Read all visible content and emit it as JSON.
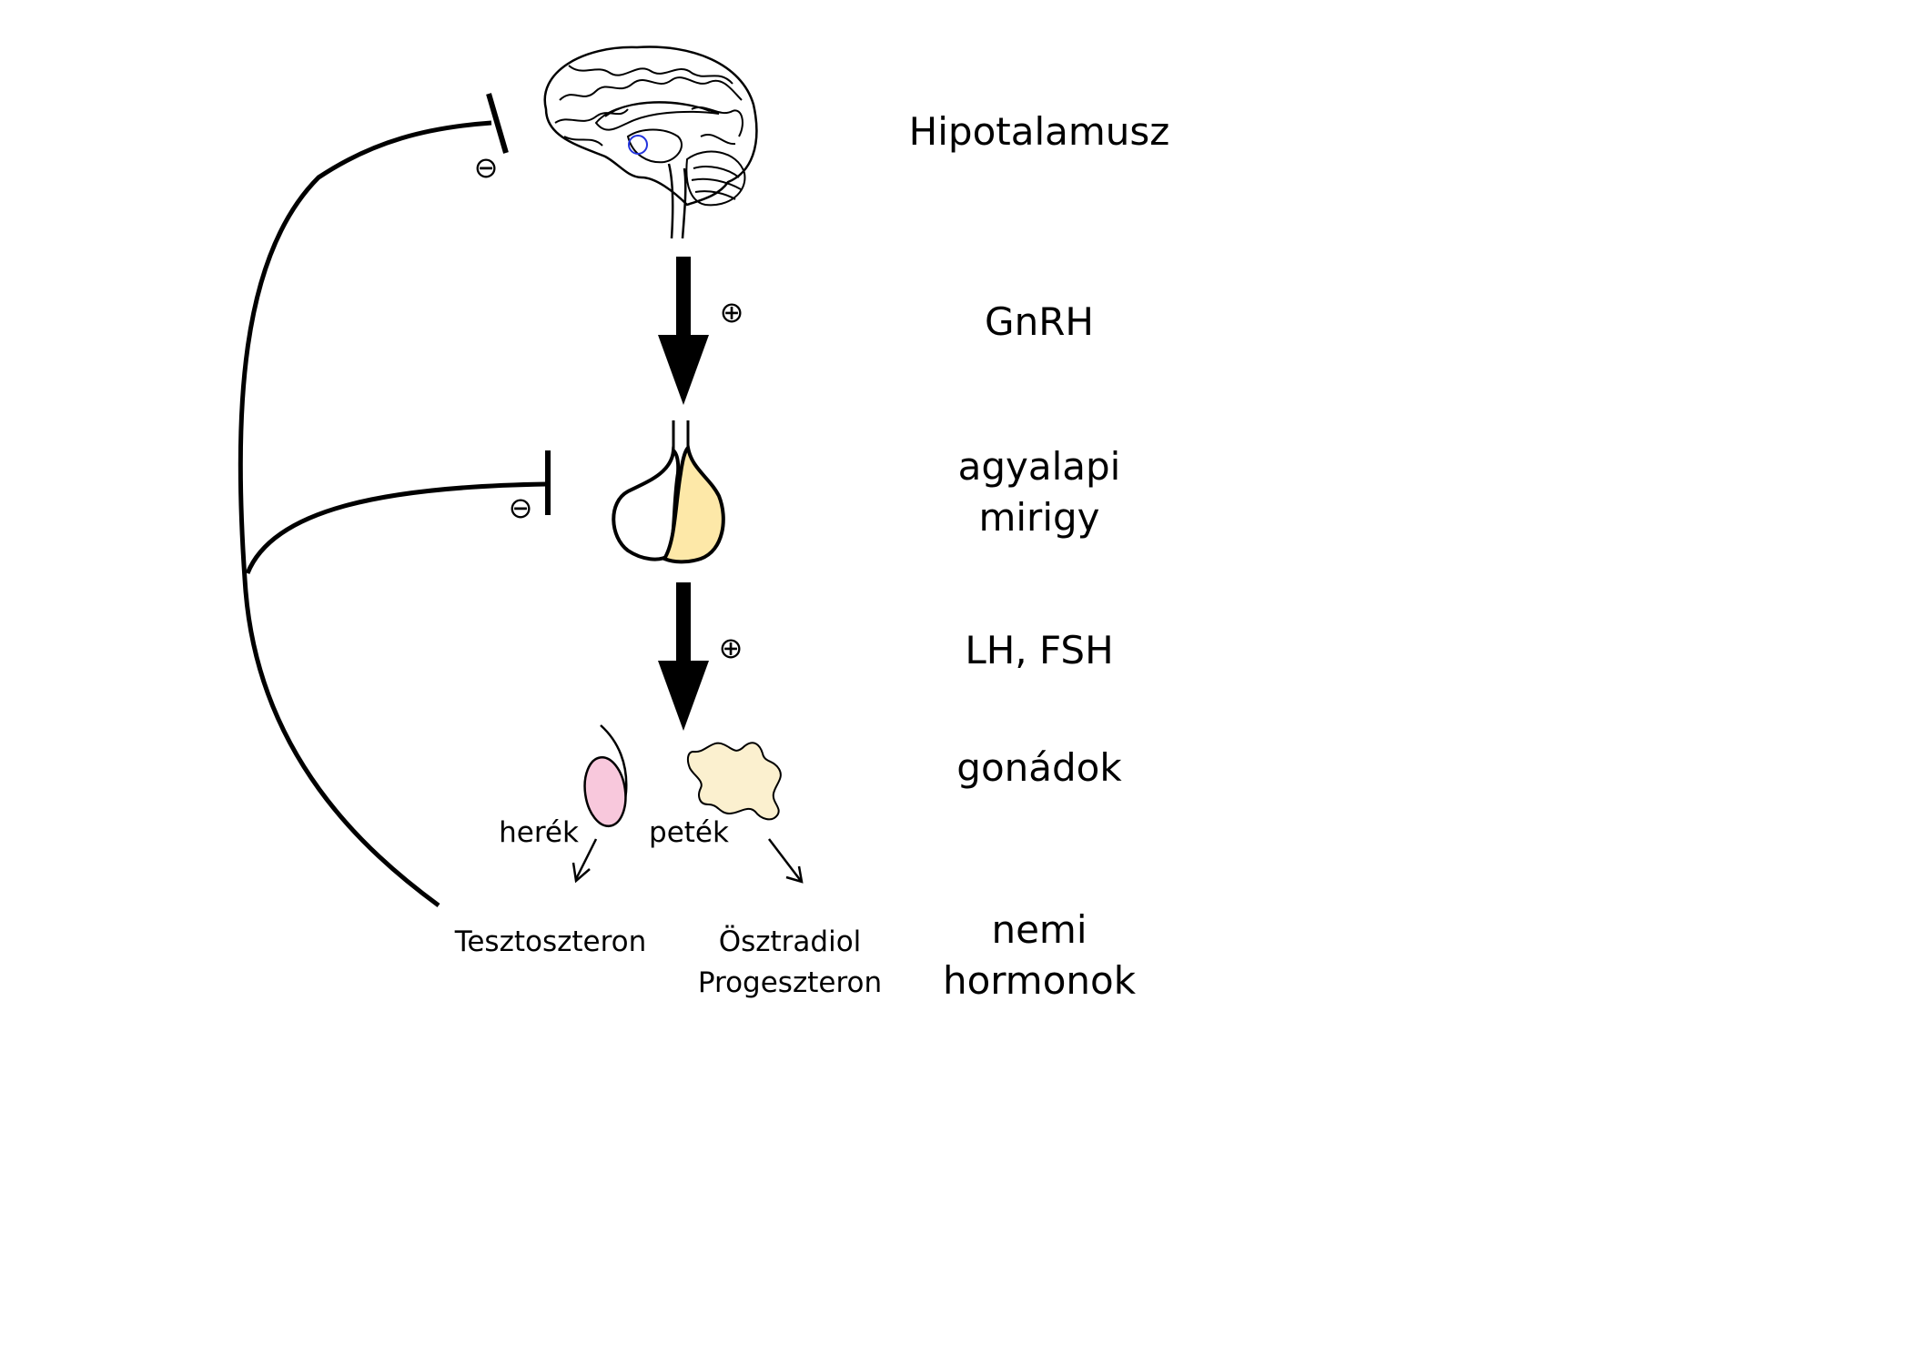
{
  "levels": {
    "hypothalamus": "Hipotalamusz",
    "gnrh": "GnRH",
    "pituitary_line1": "agyalapi",
    "pituitary_line2": "mirigy",
    "lh_fsh": "LH, FSH",
    "gonads": "gonádok",
    "hormones_line1": "nemi",
    "hormones_line2": "hormonok"
  },
  "organs": {
    "testes": "herék",
    "ovaries": "peték"
  },
  "hormones": {
    "testosterone": "Tesztoszteron",
    "estradiol": "Ösztradiol",
    "progesterone": "Progeszteron"
  },
  "signs": {
    "stimulation": "⊕",
    "inhibition": "⊖"
  },
  "colors": {
    "line": "#000000",
    "pituitary_posterior": "#fde8a8",
    "testis": "#f8c8dc",
    "ovary": "#fbf0cf",
    "hypothalamus_marker": "#2233dd"
  }
}
